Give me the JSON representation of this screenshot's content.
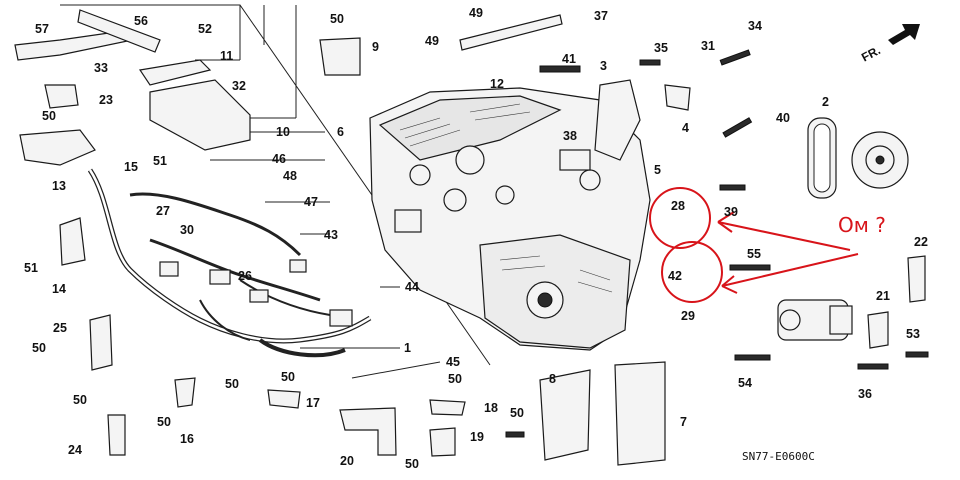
{
  "diagram": {
    "code": "SN77-E0600C",
    "direction_label": "FR.",
    "annotation_text": "Ом ?",
    "annotation_color": "#d8141a",
    "callouts": [
      {
        "n": "57"
      },
      {
        "n": "56"
      },
      {
        "n": "52"
      },
      {
        "n": "11"
      },
      {
        "n": "50"
      },
      {
        "n": "9"
      },
      {
        "n": "49"
      },
      {
        "n": "37"
      },
      {
        "n": "49"
      },
      {
        "n": "34"
      },
      {
        "n": "33"
      },
      {
        "n": "35"
      },
      {
        "n": "31"
      },
      {
        "n": "41"
      },
      {
        "n": "3"
      },
      {
        "n": "12"
      },
      {
        "n": "32"
      },
      {
        "n": "23"
      },
      {
        "n": "2"
      },
      {
        "n": "50"
      },
      {
        "n": "10"
      },
      {
        "n": "6"
      },
      {
        "n": "40"
      },
      {
        "n": "4"
      },
      {
        "n": "38"
      },
      {
        "n": "15"
      },
      {
        "n": "51"
      },
      {
        "n": "46"
      },
      {
        "n": "5"
      },
      {
        "n": "13"
      },
      {
        "n": "48"
      },
      {
        "n": "47"
      },
      {
        "n": "28"
      },
      {
        "n": "39"
      },
      {
        "n": "27"
      },
      {
        "n": "30"
      },
      {
        "n": "43"
      },
      {
        "n": "22"
      },
      {
        "n": "51"
      },
      {
        "n": "42"
      },
      {
        "n": "55"
      },
      {
        "n": "26"
      },
      {
        "n": "14"
      },
      {
        "n": "44"
      },
      {
        "n": "29"
      },
      {
        "n": "21"
      },
      {
        "n": "25"
      },
      {
        "n": "53"
      },
      {
        "n": "50"
      },
      {
        "n": "1"
      },
      {
        "n": "45"
      },
      {
        "n": "54"
      },
      {
        "n": "36"
      },
      {
        "n": "50"
      },
      {
        "n": "50"
      },
      {
        "n": "8"
      },
      {
        "n": "50"
      },
      {
        "n": "17"
      },
      {
        "n": "50"
      },
      {
        "n": "50"
      },
      {
        "n": "18"
      },
      {
        "n": "16"
      },
      {
        "n": "50"
      },
      {
        "n": "7"
      },
      {
        "n": "24"
      },
      {
        "n": "19"
      },
      {
        "n": "20"
      },
      {
        "n": "50"
      }
    ]
  }
}
